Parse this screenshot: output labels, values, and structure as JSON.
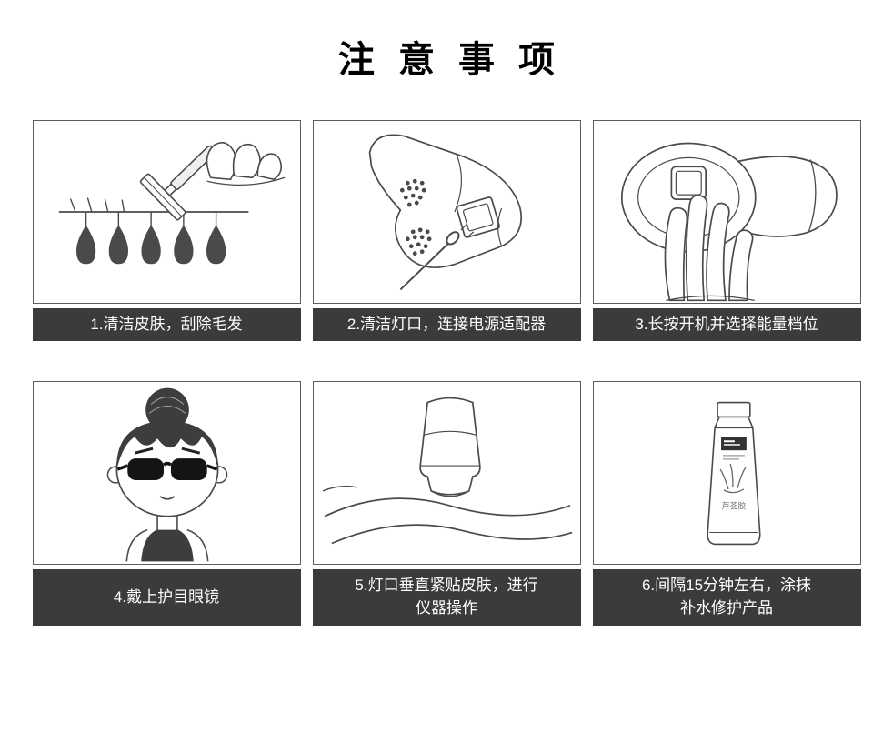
{
  "title": "注意事项",
  "steps": [
    {
      "caption": "1.清洁皮肤，刮除毛发",
      "illustration": "razor-shaving"
    },
    {
      "caption": "2.清洁灯口，连接电源适配器",
      "illustration": "clean-lamp-connect-adapter"
    },
    {
      "caption": "3.长按开机并选择能量档位",
      "illustration": "power-on-select-level"
    },
    {
      "caption": "4.戴上护目眼镜",
      "illustration": "wear-goggles"
    },
    {
      "caption": "5.灯口垂直紧贴皮肤，进行\n仪器操作",
      "illustration": "lamp-against-skin"
    },
    {
      "caption": "6.间隔15分钟左右，涂抹\n补水修护产品",
      "illustration": "apply-repair-product"
    }
  ],
  "tube": {
    "label": "芦荟胶"
  },
  "colors": {
    "caption_bg": "#3b3b3b",
    "caption_text": "#ffffff",
    "line_art_stroke": "#4a4a4a",
    "dark_fill": "#3d3d3d"
  }
}
